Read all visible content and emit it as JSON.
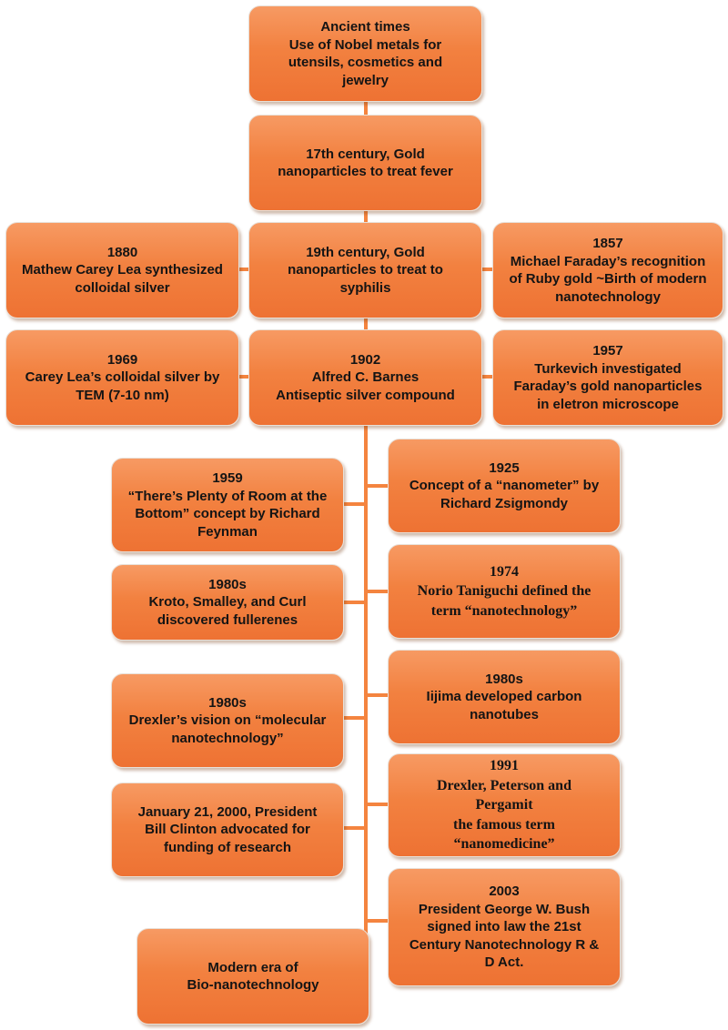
{
  "nodes": {
    "ancient": {
      "lines": [
        "Ancient times",
        "Use of Nobel metals for",
        "utensils, cosmetics and",
        "jewelry"
      ]
    },
    "c17": {
      "lines": [
        "17th century, Gold",
        "nanoparticles to treat fever"
      ]
    },
    "y1880": {
      "lines": [
        "1880",
        "Mathew Carey Lea synthesized",
        "colloidal silver"
      ]
    },
    "c19": {
      "lines": [
        "19th century, Gold",
        "nanoparticles to treat to",
        "syphilis"
      ]
    },
    "y1857": {
      "lines": [
        "1857",
        "Michael Faraday’s recognition",
        "of Ruby gold ~Birth of modern",
        "nanotechnology"
      ]
    },
    "y1969": {
      "lines": [
        "1969",
        "Carey Lea’s colloidal silver by",
        "TEM (7-10 nm)"
      ]
    },
    "y1902": {
      "lines": [
        "1902",
        "Alfred C. Barnes",
        "Antiseptic silver compound"
      ]
    },
    "y1957": {
      "lines": [
        "1957",
        "Turkevich investigated",
        "Faraday’s gold nanoparticles",
        "in eletron microscope"
      ]
    },
    "y1959": {
      "lines": [
        "1959",
        "“There’s Plenty of Room at the",
        "Bottom” concept by Richard",
        "Feynman"
      ]
    },
    "y1925": {
      "lines": [
        "1925",
        "Concept of a “nanometer” by",
        "Richard Zsigmondy"
      ]
    },
    "y1980s_kroto": {
      "lines": [
        "1980s",
        "Kroto, Smalley, and Curl",
        "discovered fullerenes"
      ]
    },
    "y1974": {
      "lines": [
        "1974",
        "Norio Taniguchi defined the",
        "term “nanotechnology”"
      ]
    },
    "y1980s_drexler": {
      "lines": [
        "1980s",
        "Drexler’s vision on “molecular",
        "nanotechnology”"
      ]
    },
    "y1980s_iijima": {
      "lines": [
        "1980s",
        "Iijima developed carbon",
        "nanotubes"
      ]
    },
    "y2000": {
      "lines": [
        "January 21, 2000, President",
        "Bill Clinton advocated for",
        "funding of research"
      ]
    },
    "y1991": {
      "lines": [
        "1991",
        "Drexler, Peterson and",
        "Pergamit",
        "the famous term",
        "“nanomedicine”"
      ]
    },
    "modern": {
      "lines": [
        "Modern era of",
        "Bio-nanotechnology"
      ]
    },
    "y2003": {
      "lines": [
        "2003",
        "President George W. Bush",
        "signed into law the 21st",
        "Century Nanotechnology R &",
        "D Act."
      ]
    }
  }
}
